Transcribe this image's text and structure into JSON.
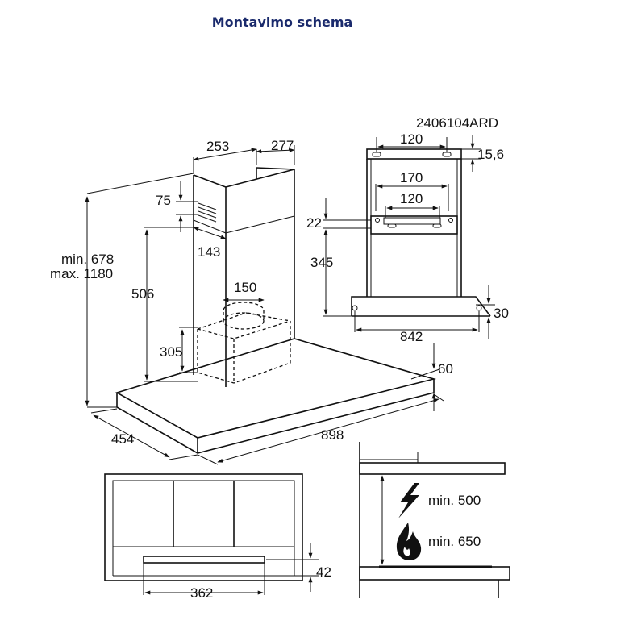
{
  "title": "Montavimo schema",
  "main_view": {
    "duct_width": "253",
    "duct_depth": "277",
    "vent_height": "75",
    "vent_offset": "143",
    "height_min": "min. 678",
    "height_max": "max. 1180",
    "duct_lower_height": "506",
    "outlet_diameter": "150",
    "motor_height": "305",
    "canopy_thickness": "60",
    "canopy_depth": "454",
    "canopy_width": "898"
  },
  "bracket_view": {
    "code": "2406104ARD",
    "top_hole_spacing": "120",
    "top_offset": "15,6",
    "mid_width": "170",
    "mid_hole_spacing": "120",
    "bracket_offset": "22",
    "bracket_height": "345",
    "hood_hole_offset": "30",
    "hood_hole_spacing": "842"
  },
  "bottom_view": {
    "filter_offset": "42",
    "filter_width": "362"
  },
  "clearance_view": {
    "electric_label": "min. 500",
    "gas_label": "min. 650",
    "electric_icon": "lightning-bolt",
    "gas_icon": "flame"
  }
}
